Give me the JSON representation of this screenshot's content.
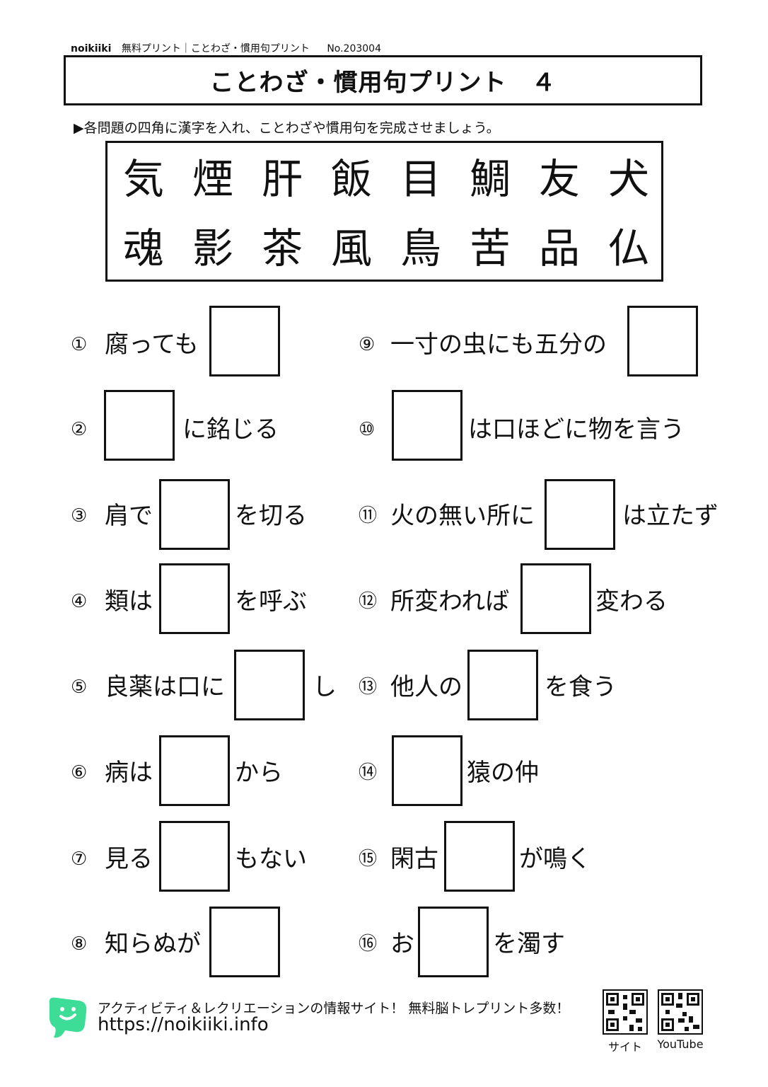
{
  "header": {
    "brand": "noikiiki",
    "subtitle": "無料プリント｜ことわざ・慣用句プリント",
    "number": "No.203004"
  },
  "title": "ことわざ・慣用句プリント　４",
  "instruction": "▶各問題の四角に漢字を入れ、ことわざや慣用句を完成させましょう。",
  "kanji_choices": {
    "row1": [
      "気",
      "煙",
      "肝",
      "飯",
      "目",
      "鯛",
      "友",
      "犬"
    ],
    "row2": [
      "魂",
      "影",
      "茶",
      "風",
      "鳥",
      "苦",
      "品",
      "仏"
    ]
  },
  "questions": [
    {
      "num": "①",
      "before": "腐っても",
      "after": ""
    },
    {
      "num": "②",
      "before": "",
      "after": "に銘じる"
    },
    {
      "num": "③",
      "before": "肩で",
      "after": "を切る"
    },
    {
      "num": "④",
      "before": "類は",
      "after": "を呼ぶ"
    },
    {
      "num": "⑤",
      "before": "良薬は口に",
      "after": "し"
    },
    {
      "num": "⑥",
      "before": "病は",
      "after": "から"
    },
    {
      "num": "⑦",
      "before": "見る",
      "after": "もない"
    },
    {
      "num": "⑧",
      "before": "知らぬが",
      "after": ""
    },
    {
      "num": "⑨",
      "before": "一寸の虫にも五分の",
      "after": ""
    },
    {
      "num": "⑩",
      "before": "",
      "after": "は口ほどに物を言う"
    },
    {
      "num": "⑪",
      "before": "火の無い所に",
      "after": "は立たず"
    },
    {
      "num": "⑫",
      "before": "所変われば",
      "after": "変わる"
    },
    {
      "num": "⑬",
      "before": "他人の",
      "after": "を食う"
    },
    {
      "num": "⑭",
      "before": "",
      "after": "猿の仲"
    },
    {
      "num": "⑮",
      "before": "閑古",
      "after": "が鳴く"
    },
    {
      "num": "⑯",
      "before": "お",
      "after": "を濁す"
    }
  ],
  "footer": {
    "tagline": "アクティビティ＆レクリエーションの情報サイト！ 無料脳トレプリント多数！",
    "url": "https://noikiiki.info",
    "qr_site_label": "サイト",
    "qr_youtube_label": "YouTube"
  },
  "colors": {
    "logo": "#3ddc97",
    "ink": "#111111"
  }
}
